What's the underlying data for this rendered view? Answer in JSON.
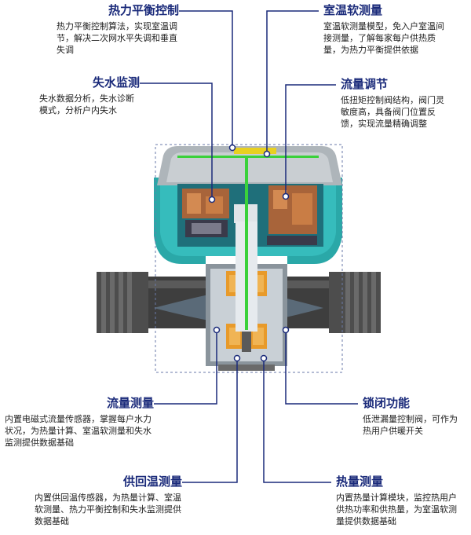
{
  "callouts": {
    "heat_balance": {
      "title": "热力平衡控制",
      "desc": "热力平衡控制算法，实现室温调节，解决二次网水平失调和垂直失调"
    },
    "room_temp": {
      "title": "室温软测量",
      "desc": "室温软测量模型，免入户室温间接测量，了解每家每户供热质量，为热力平衡提供依据"
    },
    "water_loss": {
      "title": "失水监测",
      "desc": "失水数据分析，失水诊断模式，分析户内失水"
    },
    "flow_adjust": {
      "title": "流量调节",
      "desc": "低扭矩控制阀结构，阀门灵敏度高，具备阀门位置反馈，实现流量精确调整"
    },
    "flow_measure": {
      "title": "流量测量",
      "desc": "内置电磁式流量传感器，掌握每户水力状况，为热量计算、室温软测量和失水监测提供数据基础"
    },
    "lock": {
      "title": "锁闭功能",
      "desc": "低泄漏量控制阀，可作为热用户供暖开关"
    },
    "supply_return_temp": {
      "title": "供回温测量",
      "desc": "内置供回温传感器，为热量计算、室温软测量、热力平衡控制和失水监测提供数据基础"
    },
    "heat_measure": {
      "title": "热量测量",
      "desc": "内置热量计算模块，监控热用户供热功率和供热量，为室温软测量提供数据基础"
    }
  },
  "colors": {
    "title": "#1a2a7a",
    "leader": "#1a2a7a",
    "pipe": "#4a4a4a",
    "housing_teal": "#2aa8a8",
    "cover_gray": "#b8bfc4",
    "sensor_orange": "#e89a2a",
    "core_green": "#3ad13a",
    "valve_brown": "#a8643a"
  }
}
